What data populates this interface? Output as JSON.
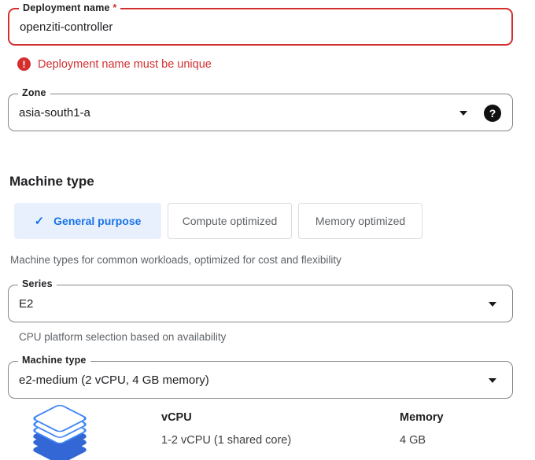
{
  "colors": {
    "error": "#d32f2f",
    "accent_blue": "#1a73e8",
    "selected_tab_bg": "#e8f0fe",
    "field_border": "#80868b",
    "tab_border": "#dadce0",
    "text_dark": "#202124",
    "text_gray": "#5f6368",
    "icon_stroke_blue": "#4285f4",
    "icon_fill_blue": "#3367d6"
  },
  "icons": {
    "error_icon": "!",
    "help_icon": "?",
    "check_icon": "✓",
    "stack_icon": "machine-family-layers"
  },
  "deployment": {
    "label": "Deployment name",
    "required_marker": "*",
    "value": "openziti-controller",
    "error_message": "Deployment name must be unique"
  },
  "zone": {
    "label": "Zone",
    "value": "asia-south1-a"
  },
  "machine_type_section": {
    "heading": "Machine type",
    "tabs": [
      {
        "label": "General purpose",
        "selected": true
      },
      {
        "label": "Compute optimized",
        "selected": false
      },
      {
        "label": "Memory optimized",
        "selected": false
      }
    ],
    "description": "Machine types for common workloads, optimized for cost and flexibility",
    "series": {
      "label": "Series",
      "value": "E2",
      "helper": "CPU platform selection based on availability"
    },
    "machine_type": {
      "label": "Machine type",
      "value": "e2-medium (2 vCPU, 4 GB memory)"
    },
    "specs": {
      "vcpu_label": "vCPU",
      "vcpu_value": "1-2 vCPU (1 shared core)",
      "memory_label": "Memory",
      "memory_value": "4 GB"
    }
  }
}
